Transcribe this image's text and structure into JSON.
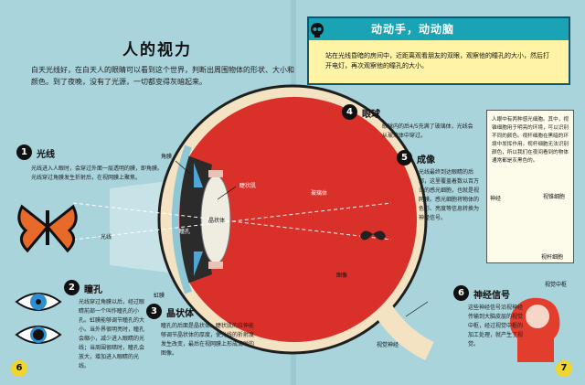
{
  "left_page": {
    "title": "人的视力",
    "intro": "白天光线好，在白天人的眼睛可以看到这个世界，判断出周围物体的形状、大小和颜色。到了夜晚，没有了光源，一切都变得灰暗起来。",
    "page_number": "6"
  },
  "right_page": {
    "page_number": "7"
  },
  "activity": {
    "heading": "动动手，动动脑",
    "text": "站在光线昏暗的房间中，近距离观看朋友的双眼，观察他的瞳孔的大小，然后打开电灯，再次观察他的瞳孔的大小。"
  },
  "sections": [
    {
      "number": "1",
      "title": "光线",
      "text": "光线进入人眼时，会穿过外面一层透明的膜，即角膜。光线穿过角膜发生折射后，在视网膜上聚焦。"
    },
    {
      "number": "2",
      "title": "瞳孔",
      "text": "光线穿过角膜以后，经过眼睛前部一个叫作瞳孔的小孔。虹膜能够调节瞳孔的大小。当外界很明亮时，瞳孔会缩小，减少进入眼睛的光线；当周围很暗时，瞳孔会放大，增加进入眼睛的光线。"
    },
    {
      "number": "3",
      "title": "晶状体",
      "text": "瞳孔的后面是晶状体。睫状肌的拉伸能够调节晶状体的厚度，使光线的折射度发生改变，最后在视网膜上形成清晰的图像。"
    },
    {
      "number": "4",
      "title": "眼球",
      "text": "眼球内的后4/5充满了玻璃体，光线会从玻璃体中穿过。"
    },
    {
      "number": "5",
      "title": "成像",
      "text": "光线最终到达眼睛的后部，这里覆盖着数以百万计的感光细胞，也就是视网膜。感光细胞将物体的色彩、亮度等信息转换为神经信号。"
    },
    {
      "number": "6",
      "title": "神经信号",
      "text": "这些神经信号沿视神经传输到大脑皮层的视觉中枢，经过视觉中枢的加工处理，就产生了视觉。"
    }
  ],
  "retina_panel": {
    "text": "人眼中有两种感光细胞。其中，视锥细胞用于明亮的环境，可以识别不同的颜色。视杆细胞在黑暗的环境中发挥作用。视杆细胞无法识别颜色，所以我们在夜间看到的物体通常都是灰黑色的。",
    "labels": {
      "nerve": "神经",
      "cone": "视锥细胞",
      "rod": "视杆细胞"
    }
  },
  "diagram_labels": {
    "light": "光线",
    "cornea": "角膜",
    "ciliary": "睫状肌",
    "vitreous": "玻璃体",
    "pupil": "瞳孔",
    "lens": "晶状体",
    "iris": "虹膜",
    "image": "图像",
    "optic_nerve": "视觉神经",
    "visual_center": "视觉中枢"
  },
  "colors": {
    "background": "#a9d4dc",
    "eye_red": "#d9302a",
    "sclera": "#f3e3c2",
    "accent_teal": "#1aa3b4",
    "tip_yellow": "#fff3a6",
    "badge_yellow": "#f2d52a"
  }
}
